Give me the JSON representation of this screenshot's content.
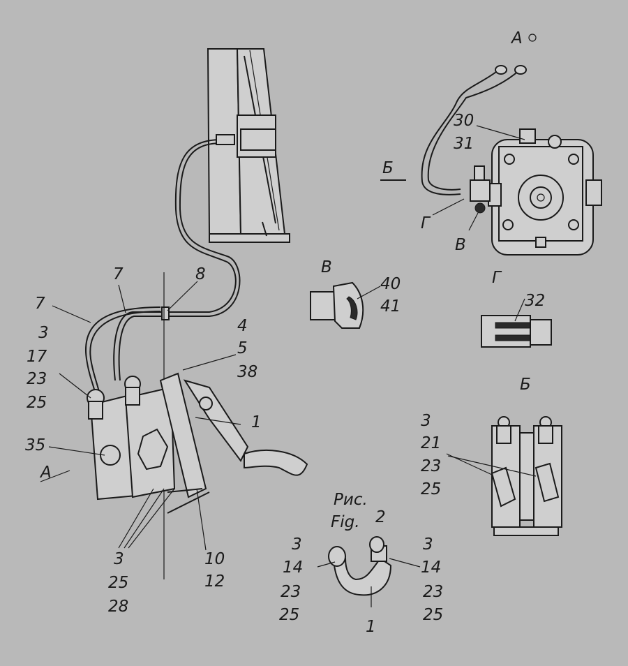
{
  "labels": {
    "view_a_title": "А",
    "view_b_main": "Б",
    "view_g_left": "Г",
    "view_v_left": "В",
    "p30": "30",
    "p31": "31",
    "detail_v_title": "В",
    "p40": "40",
    "p41": "41",
    "detail_g_title": "Г",
    "p32": "32",
    "left_7a": "7",
    "left_7b": "7",
    "left_8": "8",
    "left_3": "3",
    "left_17": "17",
    "left_23": "23",
    "left_25": "25",
    "left_4": "4",
    "left_5": "5",
    "left_38": "38",
    "left_1": "1",
    "left_35": "35",
    "left_A": "А",
    "bot_3": "3",
    "bot_25": "25",
    "bot_28": "28",
    "bot_10": "10",
    "bot_12": "12",
    "view_b_title": "Б",
    "b_3": "3",
    "b_21": "21",
    "b_23": "23",
    "b_25": "25",
    "fig_ru": "Рис.",
    "fig_en": "Fig.",
    "fig_num": "2",
    "f_3l": "3",
    "f_14l": "14",
    "f_23l": "23",
    "f_25l": "25",
    "f_3r": "3",
    "f_14r": "14",
    "f_23r": "23",
    "f_25r": "25",
    "f_1": "1"
  }
}
